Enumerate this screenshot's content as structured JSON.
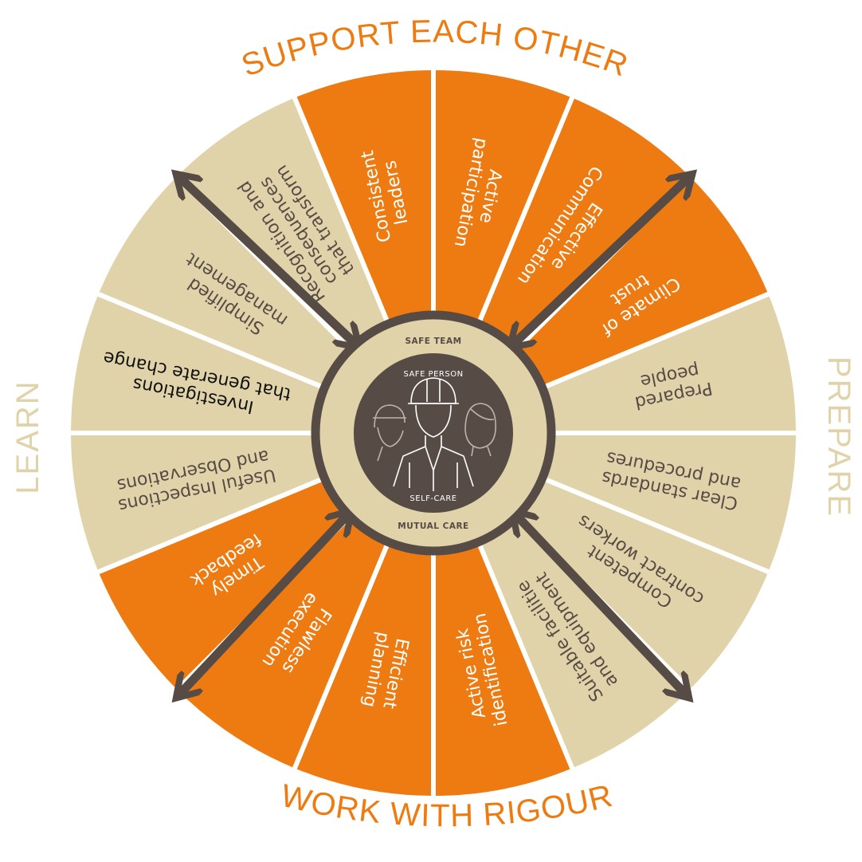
{
  "colors": {
    "orange": "#EE7B11",
    "beige": "#E1D3A9",
    "dark": "#564B45",
    "white": "#FFFFFF",
    "ring_fill": "#E1D3A9",
    "text_dark": "#564B45",
    "text_black": "#111111",
    "side_label": "#E1D3A9",
    "curved_label": "#EE7B11"
  },
  "headings": {
    "support": "SUPPORT EACH OTHER",
    "work": "WORK WITH RIGOUR",
    "learn": "LEARN",
    "prepare": "PREPARE"
  },
  "center": {
    "safe_team": "SAFE TEAM",
    "mutual_care": "MUTUAL CARE",
    "safe_person": "SAFE PERSON",
    "self_care": "SELF-CARE",
    "icon": "workers-helmet-icon"
  },
  "segments": [
    {
      "id": "active-participation",
      "lines": [
        "Active",
        "participation"
      ],
      "color": "orange",
      "text_color": "white"
    },
    {
      "id": "effective-communication",
      "lines": [
        "Effective",
        "Communication"
      ],
      "color": "orange",
      "text_color": "white"
    },
    {
      "id": "climate-of-trust",
      "lines": [
        "Climate of",
        "trust"
      ],
      "color": "orange",
      "text_color": "white"
    },
    {
      "id": "prepared-people",
      "lines": [
        "Prepared",
        "people"
      ],
      "color": "beige",
      "text_color": "dark"
    },
    {
      "id": "clear-standards",
      "lines": [
        "Clear standards",
        "and procedures"
      ],
      "color": "beige",
      "text_color": "dark"
    },
    {
      "id": "competent-contract-workers",
      "lines": [
        "Competent",
        "contract workers"
      ],
      "color": "beige",
      "text_color": "dark"
    },
    {
      "id": "suitable-facilities",
      "lines": [
        "Suitable facilitie",
        "and equipment"
      ],
      "color": "beige",
      "text_color": "dark"
    },
    {
      "id": "active-risk-identification",
      "lines": [
        "Active risk",
        "identification"
      ],
      "color": "orange",
      "text_color": "white"
    },
    {
      "id": "efficient-planning",
      "lines": [
        "Efficient",
        "planning"
      ],
      "color": "orange",
      "text_color": "white"
    },
    {
      "id": "flawless-execution",
      "lines": [
        "Flawless",
        "execution"
      ],
      "color": "orange",
      "text_color": "white"
    },
    {
      "id": "timely-feedback",
      "lines": [
        "Timely",
        "feedback"
      ],
      "color": "orange",
      "text_color": "white"
    },
    {
      "id": "useful-inspections",
      "lines": [
        "Useful Inspections",
        "and Observations"
      ],
      "color": "beige",
      "text_color": "dark"
    },
    {
      "id": "investigations",
      "lines": [
        "Investigations",
        "that generate change"
      ],
      "color": "beige",
      "text_color": "black"
    },
    {
      "id": "simplified-management",
      "lines": [
        "Simplified",
        "management"
      ],
      "color": "beige",
      "text_color": "dark"
    },
    {
      "id": "recognition",
      "lines": [
        "Recognition and",
        "consequences",
        "that transform"
      ],
      "color": "beige",
      "text_color": "dark"
    },
    {
      "id": "consistent-leaders",
      "lines": [
        "Consistent",
        "leaders"
      ],
      "color": "orange",
      "text_color": "white"
    }
  ]
}
